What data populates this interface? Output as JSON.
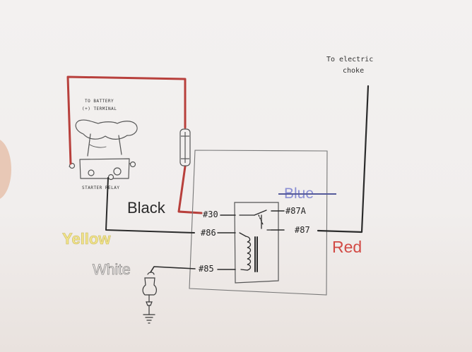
{
  "choke_label": [
    "To electric",
    "choke"
  ],
  "battery_label": [
    "TO BATTERY",
    "(+) TERMINAL"
  ],
  "starter_relay_label": "STARTER RELAY",
  "pins": {
    "p30": "#30",
    "p86": "#86",
    "p85": "#85",
    "p87a": "#87A",
    "p87": "#87"
  },
  "wire_labels": {
    "black": "Black",
    "yellow": "Yellow",
    "white": "White",
    "red": "Red",
    "blue": "Blue"
  },
  "colors": {
    "red_wire": "#b8403c",
    "line": "#2b2b2b"
  }
}
